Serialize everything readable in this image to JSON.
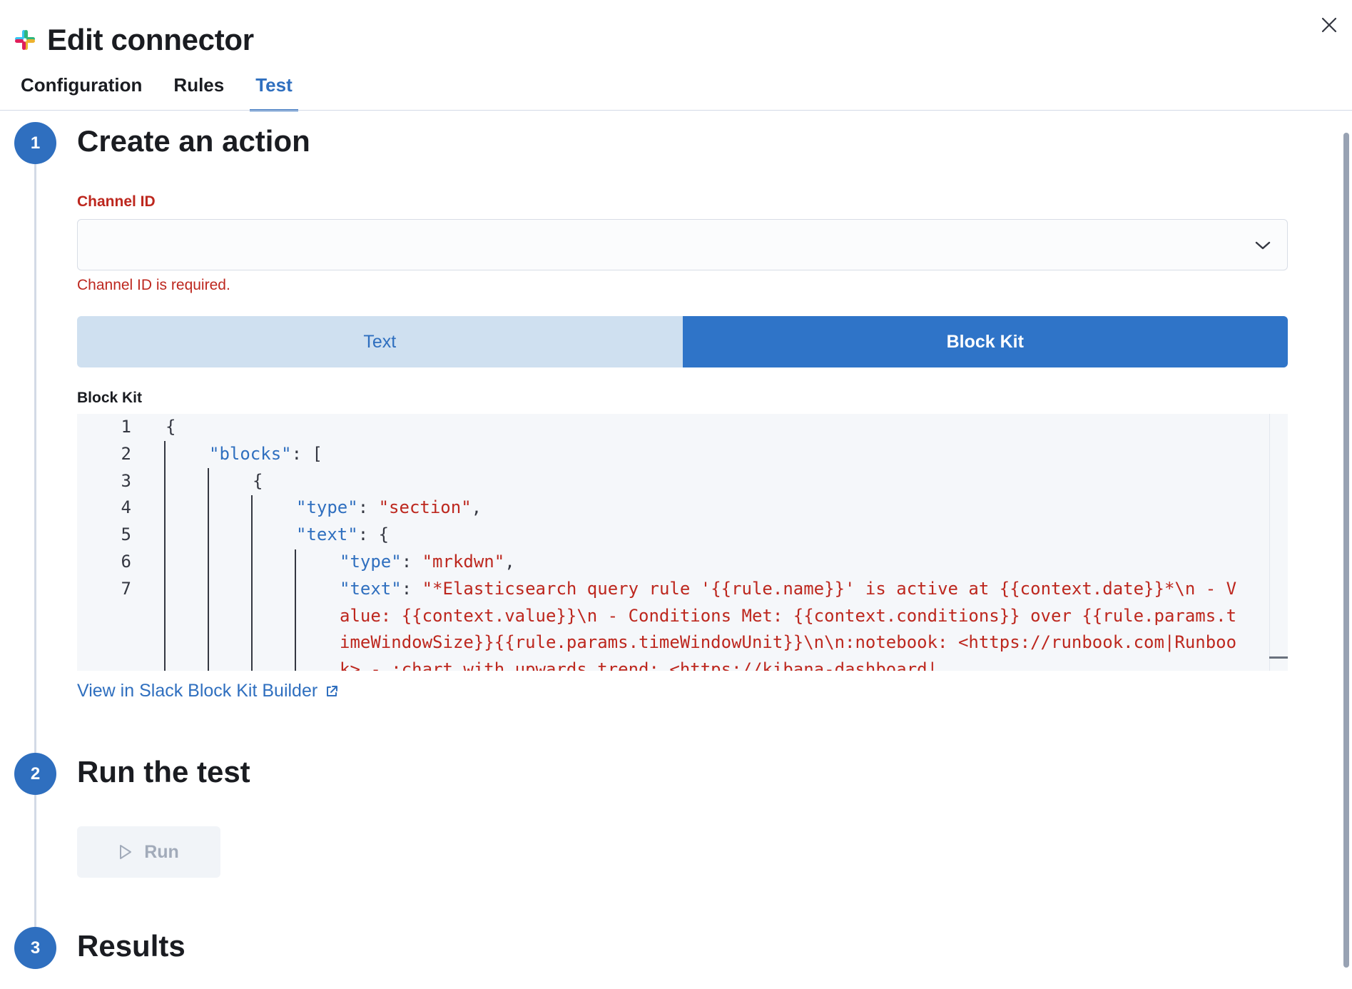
{
  "header": {
    "title": "Edit connector",
    "logo_icon": "slack-logo-icon"
  },
  "close_icon": "close-icon",
  "tabs": [
    {
      "label": "Configuration",
      "active": false
    },
    {
      "label": "Rules",
      "active": false
    },
    {
      "label": "Test",
      "active": true
    }
  ],
  "steps": [
    {
      "number": "1",
      "title": "Create an action"
    },
    {
      "number": "2",
      "title": "Run the test"
    },
    {
      "number": "3",
      "title": "Results"
    }
  ],
  "channel": {
    "label": "Channel ID",
    "value": "",
    "error": "Channel ID is required."
  },
  "message_mode": {
    "options": [
      "Text",
      "Block Kit"
    ],
    "selected": "Block Kit"
  },
  "block_kit": {
    "label": "Block Kit",
    "line_numbers": [
      "1",
      "2",
      "3",
      "4",
      "5",
      "6",
      "7"
    ],
    "lines": [
      "{",
      "\"blocks\": [",
      "{",
      "\"type\": \"section\",",
      "\"text\": {",
      "\"type\": \"mrkdwn\",",
      "\"text\": \"*Elasticsearch query rule '{{rule.name}}' is active at {{context.date}}*\\n - Value: {{context.value}}\\n - Conditions Met: {{context.conditions}} over {{rule.params.timeWindowSize}}{{rule.params.timeWindowUnit}}\\n\\n:notebook: <https://runbook.com|Runbook> - :chart_with_upwards_trend: <https://kibana-dashboard|"
    ]
  },
  "link": {
    "label": "View in Slack Block Kit Builder",
    "icon": "external-link-icon"
  },
  "run_button": {
    "label": "Run",
    "icon": "play-icon",
    "disabled": true
  },
  "colors": {
    "accent": "#2f6fbf",
    "error": "#bd271e",
    "toggle_off": "#cfe0f0",
    "toggle_on": "#2f74c8"
  }
}
